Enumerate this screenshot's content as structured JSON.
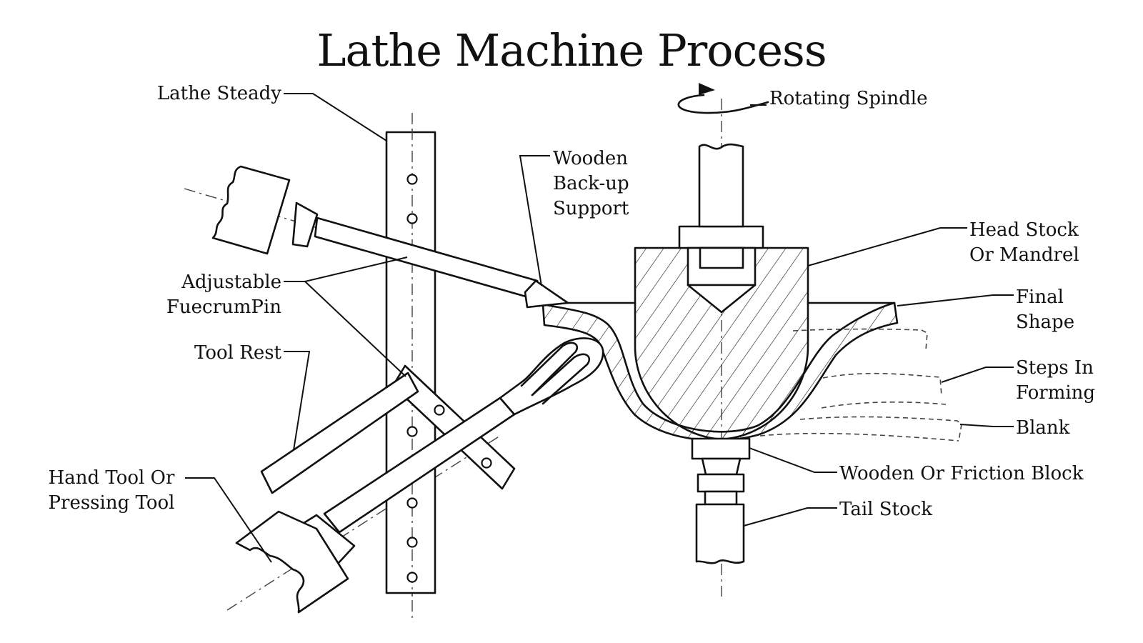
{
  "title": "Lathe Machine Process",
  "labels": {
    "lathe_steady": "Lathe Steady",
    "rotating_spindle": "Rotating Spindle",
    "wooden_backup_support": [
      "Wooden",
      "Back-up",
      "Support"
    ],
    "head_stock": [
      "Head Stock",
      "Or Mandrel"
    ],
    "adjustable_fulcrum_pin": [
      "Adjustable",
      "FuecrumPin"
    ],
    "final_shape": [
      "Final",
      "Shape"
    ],
    "tool_rest": "Tool Rest",
    "steps_in_forming": [
      "Steps In",
      "Forming"
    ],
    "blank": "Blank",
    "hand_tool": [
      "Hand Tool Or",
      "Pressing Tool"
    ],
    "friction_block": "Wooden Or Friction Block",
    "tail_stock": "Tail Stock"
  },
  "colors": {
    "ink": "#111111",
    "background": "#ffffff"
  }
}
